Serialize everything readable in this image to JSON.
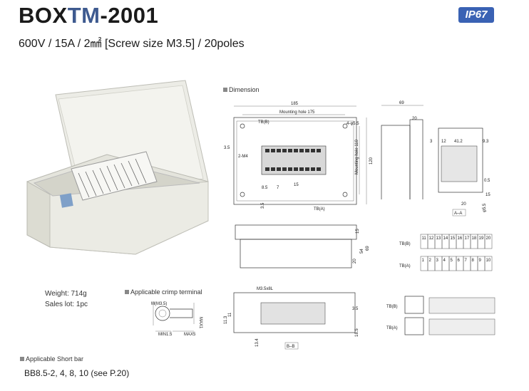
{
  "header": {
    "title_prefix": "BOX",
    "title_tm": "TM",
    "title_suffix": "-2001",
    "subtitle": "600V / 15A / 2㎟ [Screw size M3.5] / 20poles",
    "badge": "IP67"
  },
  "sections": {
    "dimension": "Dimension",
    "crimp": "Applicable crimp terminal",
    "shortbar": "Applicable Short bar"
  },
  "specs": {
    "weight": "Weight: 714g",
    "sales_lot": "Sales lot: 1pc"
  },
  "shortbar_models": "BB8.5-2, 4, 8, 10  (see P.20)",
  "drawing_labels": {
    "top_width": "185",
    "mounting_h": "Mounting hole 175",
    "mounting_v": "Mounting hole 110",
    "height_120": "120",
    "tb_b": "TB(B)",
    "tb_a": "TB(A)",
    "hole": "4-φ5.5",
    "left_35": "3.5",
    "m4": "2-M4",
    "d85": "8.5",
    "d7": "7",
    "d15": "15",
    "d35b": "3.5",
    "side_69": "69",
    "side_20": "20",
    "s3": "3",
    "s12": "12",
    "s412": "41.2",
    "s93": "9.3",
    "s05": "0.5",
    "s20b": "20",
    "s15": "15",
    "s55": "φ5.5",
    "aa": "A–A",
    "f15": "15",
    "f54": "54",
    "f69": "69",
    "f20": "20",
    "m35x8l": "M3.5x8L",
    "b35": "3.5",
    "b113": "11.3",
    "b11": "11",
    "b134": "13.4",
    "b185": "18.5",
    "bb": "B–B",
    "crimp_m": "M(M3.5)",
    "crimp_max1": "MAX1",
    "crimp_min": "MIN1.5",
    "crimp_max5": "MAX5",
    "tbb_label": "TB(B)",
    "tba_label": "TB(A)",
    "tbb_nums": [
      "11",
      "12",
      "13",
      "14",
      "15",
      "16",
      "17",
      "18",
      "19",
      "20"
    ],
    "tba_nums": [
      "1",
      "2",
      "3",
      "4",
      "5",
      "6",
      "7",
      "8",
      "9",
      "10"
    ]
  }
}
